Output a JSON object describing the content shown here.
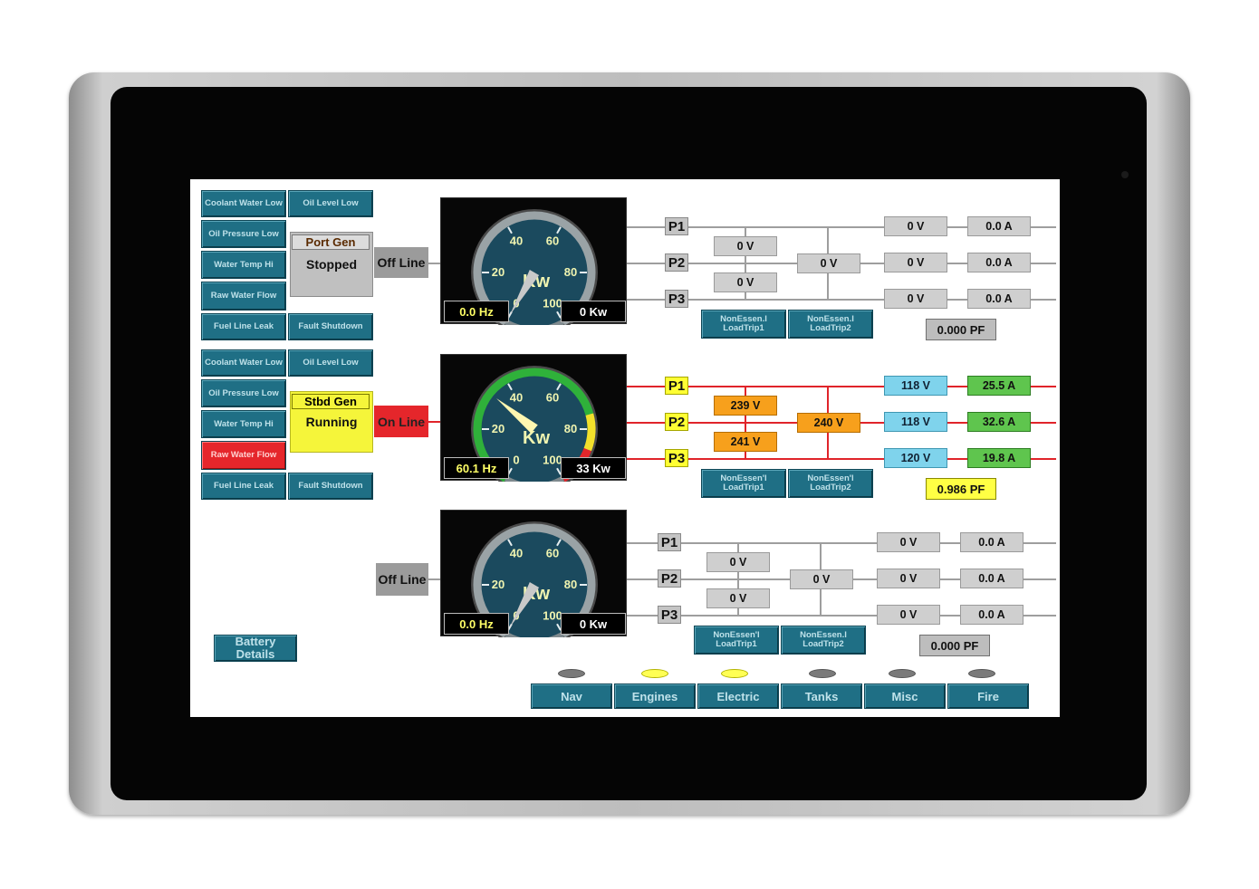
{
  "port": {
    "alarms": [
      {
        "label": "Coolant Water Low",
        "active": false
      },
      {
        "label": "Oil Level Low",
        "active": false
      },
      {
        "label": "Oil Pressure Low",
        "active": false
      },
      {
        "label": "Water Temp Hi",
        "active": false
      },
      {
        "label": "Raw Water Flow",
        "active": false
      },
      {
        "label": "Fuel Line Leak",
        "active": false
      },
      {
        "label": "Fault Shutdown",
        "active": false
      }
    ],
    "name": "Port Gen",
    "state": "Stopped",
    "line": "Off Line",
    "gauge": {
      "kw": 0,
      "max": 100,
      "ticks": [
        "0",
        "20",
        "40",
        "60",
        "80",
        "100"
      ],
      "unit": "Kw",
      "hz": "0.0 Hz",
      "kw_text": "0 Kw"
    },
    "phases": [
      "P1",
      "P2",
      "P3"
    ],
    "ll_volts": [
      "0 V",
      "0 V"
    ],
    "mid_volt": "0 V",
    "phase_volts": [
      "0 V",
      "0 V",
      "0 V"
    ],
    "phase_amps": [
      "0.0 A",
      "0.0 A",
      "0.0 A"
    ],
    "loadtrip": [
      "NonEssen.l LoadTrip1",
      "NonEssen.l LoadTrip2"
    ],
    "pf": "0.000 PF"
  },
  "stbd": {
    "alarms": [
      {
        "label": "Coolant Water Low",
        "active": false
      },
      {
        "label": "Oil Level Low",
        "active": false
      },
      {
        "label": "Oil Pressure Low",
        "active": false
      },
      {
        "label": "Water Temp Hi",
        "active": false
      },
      {
        "label": "Raw Water Flow",
        "active": true
      },
      {
        "label": "Fuel Line Leak",
        "active": false
      },
      {
        "label": "Fault Shutdown",
        "active": false
      }
    ],
    "name": "Stbd Gen",
    "state": "Running",
    "line": "On Line",
    "gauge": {
      "kw": 33,
      "max": 100,
      "ticks": [
        "0",
        "20",
        "40",
        "60",
        "80",
        "100"
      ],
      "unit": "Kw",
      "hz": "60.1 Hz",
      "kw_text": "33 Kw"
    },
    "phases": [
      "P1",
      "P2",
      "P3"
    ],
    "ll_volts": [
      "239 V",
      "241 V"
    ],
    "mid_volt": "240 V",
    "phase_volts": [
      "118 V",
      "118 V",
      "120 V"
    ],
    "phase_amps": [
      "25.5 A",
      "32.6 A",
      "19.8 A"
    ],
    "loadtrip": [
      "NonEssen'l LoadTrip1",
      "NonEssen'l LoadTrip2"
    ],
    "pf": "0.986 PF"
  },
  "third": {
    "line": "Off Line",
    "gauge": {
      "kw": 0,
      "max": 100,
      "ticks": [
        "0",
        "20",
        "40",
        "60",
        "80",
        "100"
      ],
      "unit": "Kw",
      "hz": "0.0 Hz",
      "kw_text": "0 Kw"
    },
    "phases": [
      "P1",
      "P2",
      "P3"
    ],
    "ll_volts": [
      "0 V",
      "0 V"
    ],
    "mid_volt": "0 V",
    "phase_volts": [
      "0 V",
      "0 V",
      "0 V"
    ],
    "phase_amps": [
      "0.0 A",
      "0.0 A",
      "0.0 A"
    ],
    "loadtrip": [
      "NonEssen'l LoadTrip1",
      "NonEssen.l LoadTrip2"
    ],
    "pf": "0.000 PF"
  },
  "battery_button": "Battery Details",
  "nav": [
    {
      "label": "Nav",
      "led_on": false
    },
    {
      "label": "Engines",
      "led_on": true
    },
    {
      "label": "Electric",
      "led_on": true
    },
    {
      "label": "Tanks",
      "led_on": false
    },
    {
      "label": "Misc",
      "led_on": false
    },
    {
      "label": "Fire",
      "led_on": false
    }
  ],
  "colors": {
    "button_teal": "#1f6f85",
    "alarm_red": "#e5262b",
    "running_yellow": "#f5f53a",
    "online_line": "#e0242a",
    "offline_line": "#9e9e9e",
    "gauge_face": "#1b4a5e"
  }
}
